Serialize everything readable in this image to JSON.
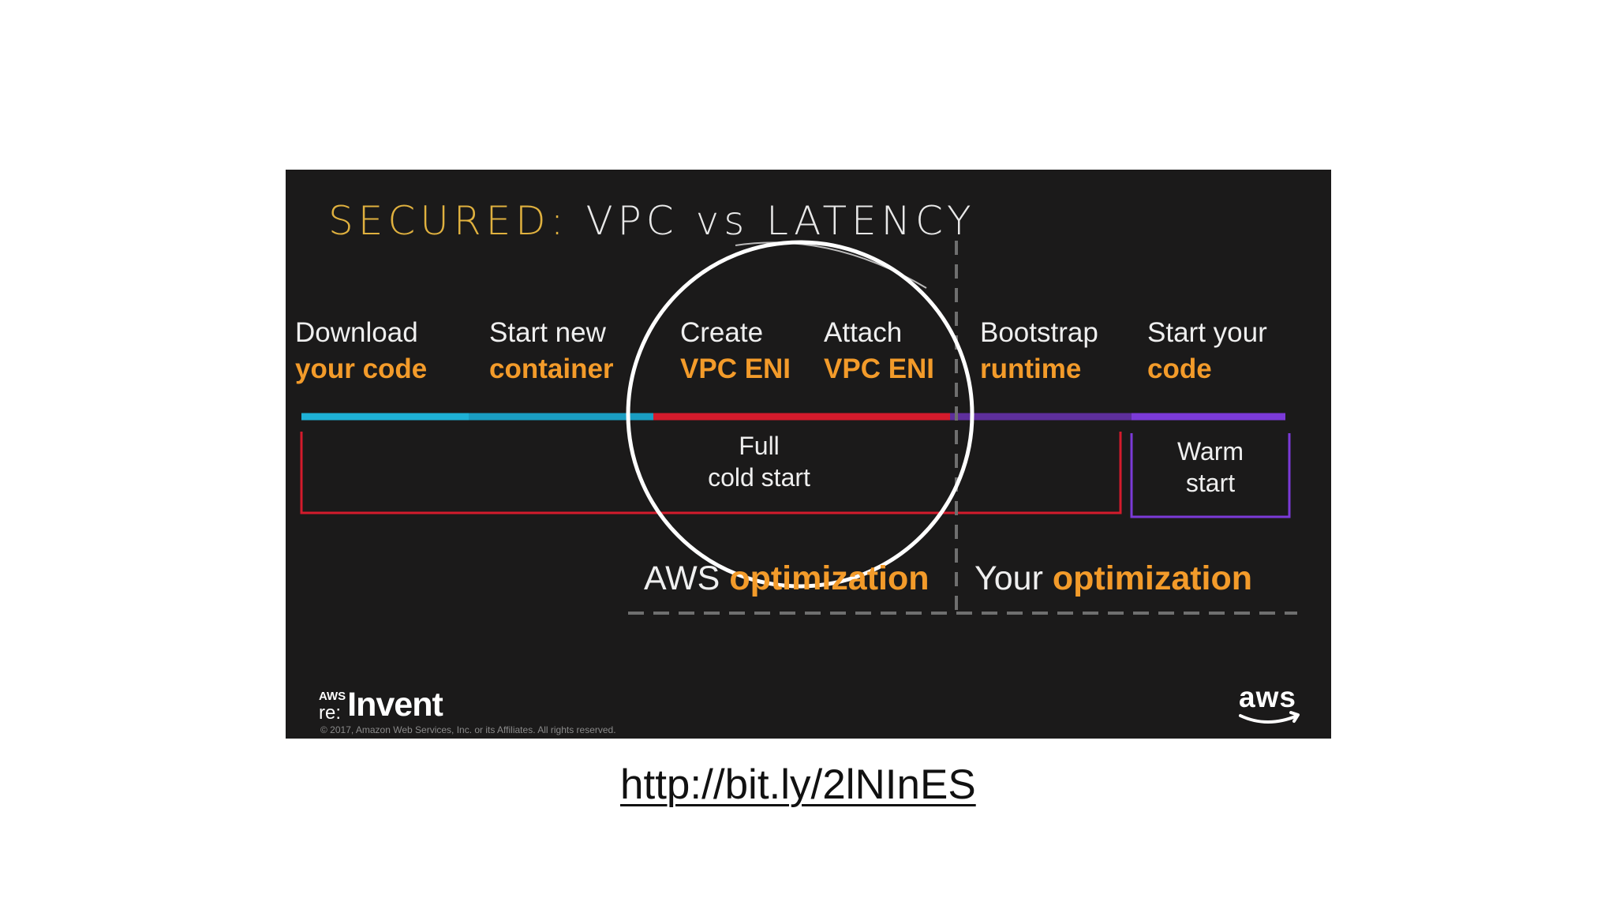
{
  "title": {
    "accent": "SECURED:",
    "rest": "VPC vs LATENCY"
  },
  "stages": [
    {
      "line1": "Download",
      "line2": "your code"
    },
    {
      "line1": "Start new",
      "line2": "container"
    },
    {
      "line1": "Create",
      "line2": "VPC ENI"
    },
    {
      "line1": "Attach",
      "line2": "VPC ENI"
    },
    {
      "line1": "Bootstrap",
      "line2": "runtime"
    },
    {
      "line1": "Start your",
      "line2": "code"
    }
  ],
  "full_cold_start": {
    "line1": "Full",
    "line2": "cold start"
  },
  "warm_start": {
    "line1": "Warm",
    "line2": "start"
  },
  "aws_optimization": {
    "word": "AWS",
    "accent": "optimization"
  },
  "your_optimization": {
    "word": "Your",
    "accent": "optimization"
  },
  "logo_left": {
    "small_top": "AWS",
    "small_bottom": "re:",
    "big": "Invent"
  },
  "copyright": "© 2017, Amazon Web Services, Inc. or its Affiliates. All rights reserved.",
  "logo_right": "aws",
  "link": "http://bit.ly/2lNInES",
  "colors": {
    "accent_orange": "#f39b2a",
    "title_gold": "#e0b13f",
    "bar_cyan": "#1eb1d6",
    "bar_red": "#d41b2c",
    "bar_purple": "#7b3ad8",
    "slide_bg": "#1b1a1a"
  }
}
